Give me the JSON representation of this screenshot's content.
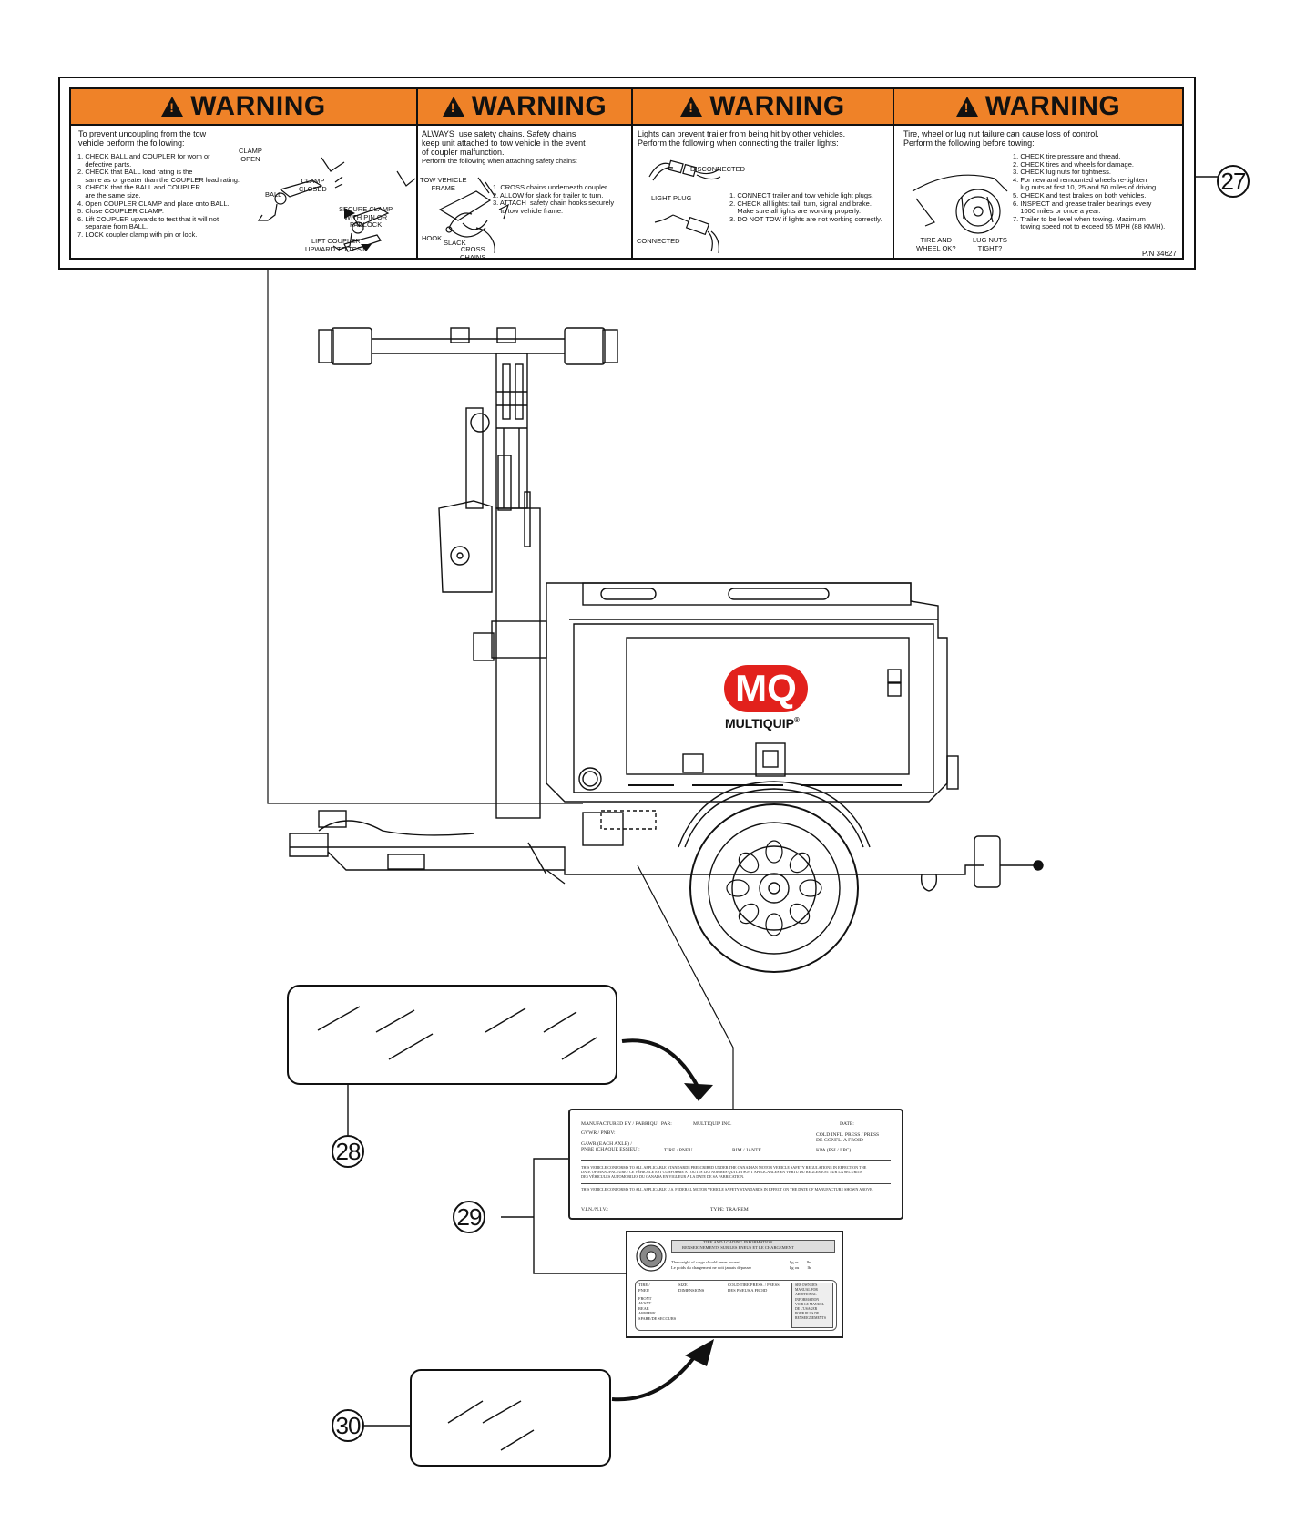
{
  "callouts": [
    "27",
    "28",
    "29",
    "30"
  ],
  "warning_decal": {
    "panels": [
      {
        "header": "WARNING",
        "intro": "To prevent uncoupling from the tow\nvehicle perform the following:",
        "steps": "1. CHECK BALL and COUPLER for worn or\n    defective parts.\n2. CHECK that BALL load rating is the\n    same as or greater than the COUPLER load rating.\n3. CHECK that the BALL and COUPLER\n    are the same size.\n4. Open COUPLER CLAMP and place onto BALL.\n5. Close COUPLER CLAMP.\n6. Lift COUPLER upwards to test that it will not\n    separate from BALL.\n7. LOCK coupler clamp with pin or lock.",
        "labels": {
          "clamp_open": "CLAMP\nOPEN",
          "clamp_closed": "CLAMP\nCLOSED",
          "ball": "BALL",
          "secure_clamp": "SECURE CLAMP\nWITH PIN OR\nPADLOCK",
          "lift_coupler": "LIFT COUPLER\nUPWARD TO TEST."
        }
      },
      {
        "header": "WARNING",
        "intro": "ALWAYS  use safety chains. Safety chains\nkeep unit attached to tow vehicle in the event\nof coupler malfunction.",
        "sub": "Perform the following when attaching safety chains:",
        "steps": "1. CROSS chains underneath coupler.\n2. ALLOW for slack for trailer to turn.\n3. ATTACH  safety chain hooks securely\n    to tow vehicle frame.",
        "labels": {
          "tow_vehicle_frame": "TOW VEHICLE\nFRAME",
          "hook": "HOOK",
          "slack": "SLACK",
          "cross_chains": "CROSS\nCHAINS"
        }
      },
      {
        "header": "WARNING",
        "intro": "Lights can prevent trailer from being hit by other vehicles.\nPerform the following when connecting the trailer lights:",
        "steps": "1. CONNECT trailer and tow vehicle light plugs.\n2. CHECK all lights: tail, turn, signal and brake.\n    Make sure all lights are working properly.\n3. DO NOT TOW if lights are not working correctly.",
        "labels": {
          "disconnected": "DISCONNECTED",
          "light_plug": "LIGHT PLUG",
          "connected": "CONNECTED"
        }
      },
      {
        "header": "WARNING",
        "intro": "Tire, wheel or lug nut failure can cause loss of control.\nPerform the following before towing:",
        "steps": "1. CHECK tire pressure and thread.\n2. CHECK tires and wheels for damage.\n3. CHECK lug nuts for tightness.\n4. For new and remounted wheels re-tighten\n    lug nuts at first 10, 25 and 50 miles of driving.\n5. CHECK and test brakes on both vehicles.\n6. INSPECT and grease trailer bearings every\n    1000 miles or once a year.\n7. Trailer to be level when towing. Maximum\n    towing speed not to exceed 55 MPH (88 KM/H).",
        "labels": {
          "tire_wheel": "TIRE AND\nWHEEL OK?",
          "lug_nuts": "LUG NUTS\nTIGHT?"
        },
        "part_number": "P/N 34627"
      }
    ]
  },
  "machine": {
    "logo": "MQ",
    "brand": "MULTIQUIP",
    "brand_mark": "®"
  },
  "cert_label": {
    "line1_left": "MANUFACTURED BY / FABRIQU   PAR:",
    "line1_mid": "MULTIQUIP INC.",
    "line1_right": "DATE:",
    "gvwr": "GVWR / PNBV:",
    "cold": "COLD INFL. PRESS / PRESS\nDE GONFL. A FROID",
    "gawr": "GAWR (EACH AXLE) /\nPNBE (CHAQUE ESSIEU):",
    "tire": "TIRE / PNEU",
    "rim": "RIM / JANTE",
    "kpa": "KPA (PSI / LPC)",
    "para1": "THIS VEHICLE CONFORMS TO ALL APPLICABLE STANDARDS PRESCRIBED UNDER THE CANADIAN MOTOR VEHICLE SAFETY REGULATIONS IN EFFECT ON THE\nDATE OF MANUFACTURE / CE VÉHICULE EST CONFORME A TOUTES LES NORMES QUI LUI SONT APPLICABLES EN VERTU DU REGLEMENT SUR LA SECURITE\nDES VÉHICULES AUTOMOBILES DU CANADA EN VIGUEUR A LA DATE DE SA FABRICATION.",
    "para2": "THIS VEHICLE CONFORMS TO ALL APPLICABLE U.S. FEDERAL MOTOR VEHICLE SAFETY STANDARDS IN EFFECT ON THE DATE OF MANUFACTURE SHOWN ABOVE.",
    "vin": "V.I.N./N.I.V.:",
    "type": "TYPE: TRA/REM"
  },
  "tire_label": {
    "title": "TIRE AND LOADING INFORMATION\nRENSEIGNEMENTS SUR LES PNEUS ET LE CHARGEMENT",
    "weight": "The weight of cargo should never exceed\nLe poids du chargement ne doit jamais dépasser",
    "units": "kg or        lbs.\nkg ou        lb",
    "col1": "TIRE /\nPNEU",
    "col2": "SIZE /\nDIMENSIONS",
    "col3": "COLD TIRE PRESS. / PRESS\nDES PNEUS A FROID",
    "rows": "FRONT\nAVANT\nREAR\nARRIERE\nSPARE/DE SECOURS",
    "note": "SEE OWNER'S\nMANUAL FOR\nADDITIONAL\nINFORMATION\nVOIR LE MANUEL\nDE L'USAGER\nPOUR PLUS DE\nRENSEIGNEMENTS"
  }
}
